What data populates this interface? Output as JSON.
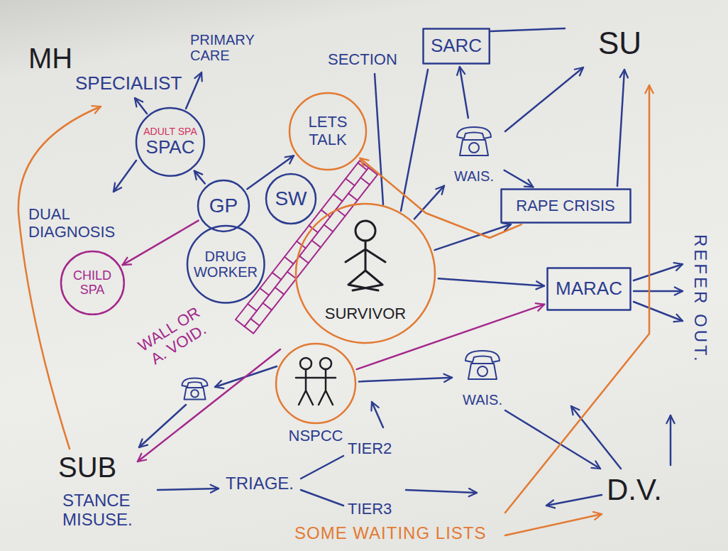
{
  "diagram": {
    "nodes": [
      {
        "text": [
          "SARC"
        ]
      },
      {
        "text": [
          "ADULT SPA",
          "SPAC"
        ]
      },
      {
        "text": [
          "LETS TALK"
        ]
      },
      {
        "text": [
          "WAIS."
        ]
      },
      {
        "text": [
          "GP"
        ]
      },
      {
        "text": [
          "SW"
        ]
      },
      {
        "text": [
          "RAPE CRISIS"
        ]
      },
      {
        "text": [
          "DRUG WORKER"
        ]
      },
      {
        "text": [
          "CHILD SPA"
        ]
      },
      {
        "text": [
          "MARAC"
        ]
      },
      {
        "text": [
          "SURVIVOR"
        ]
      },
      {
        "text": [
          "WAIS."
        ]
      },
      {
        "text": [
          "NSPCC"
        ]
      }
    ],
    "edges": [
      {
        "from": 4,
        "to": 1,
        "arrow": "to"
      },
      {
        "from": 4,
        "to": 2,
        "arrow": "to"
      },
      {
        "from": 4,
        "to": 8,
        "arrow": "to"
      },
      {
        "from": 10,
        "to": 3,
        "arrow": "to"
      },
      {
        "from": 3,
        "to": 0,
        "arrow": "to"
      },
      {
        "from": 3,
        "to": 6,
        "arrow": "to"
      },
      {
        "from": 10,
        "to": 6,
        "arrow": "to"
      },
      {
        "from": 10,
        "to": 9,
        "arrow": "to"
      },
      {
        "from": 12,
        "to": 9,
        "arrow": "to"
      },
      {
        "from": 12,
        "to": 11,
        "arrow": "to"
      },
      {
        "from": 6,
        "to": 2,
        "arrow": "to"
      }
    ],
    "labels": [
      "MH",
      "SPECIALIST",
      "PRIMARY CARE",
      "SECTION",
      "SU",
      "DUAL DIAGNOSIS",
      "WALL OR A. VOID.",
      "REFER OUT.",
      "SUB",
      "STANCE MISUSE.",
      "TRIAGE.",
      "TIER2",
      "TIER3",
      "D.V.",
      "SOME WAITING LISTS"
    ]
  }
}
